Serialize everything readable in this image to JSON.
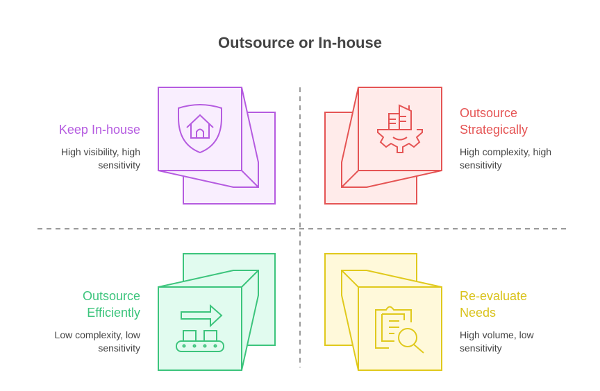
{
  "title": "Outsource or In-house",
  "colors": {
    "purple": "#B55BE0",
    "red": "#E55454",
    "green": "#3CC47C",
    "yellow": "#E0C91C"
  },
  "quadrants": [
    {
      "label": "Keep In-house",
      "description": "High visibility, high sensitivity",
      "icon": "shield-home-icon"
    },
    {
      "label": "Outsource Strategically",
      "description": "High complexity, high sensitivity",
      "icon": "gear-building-icon"
    },
    {
      "label": "Outsource Efficiently",
      "description": "Low complexity, low sensitivity",
      "icon": "conveyor-arrow-icon"
    },
    {
      "label": "Re-evaluate Needs",
      "description": "High volume, low sensitivity",
      "icon": "clipboard-search-icon"
    }
  ]
}
